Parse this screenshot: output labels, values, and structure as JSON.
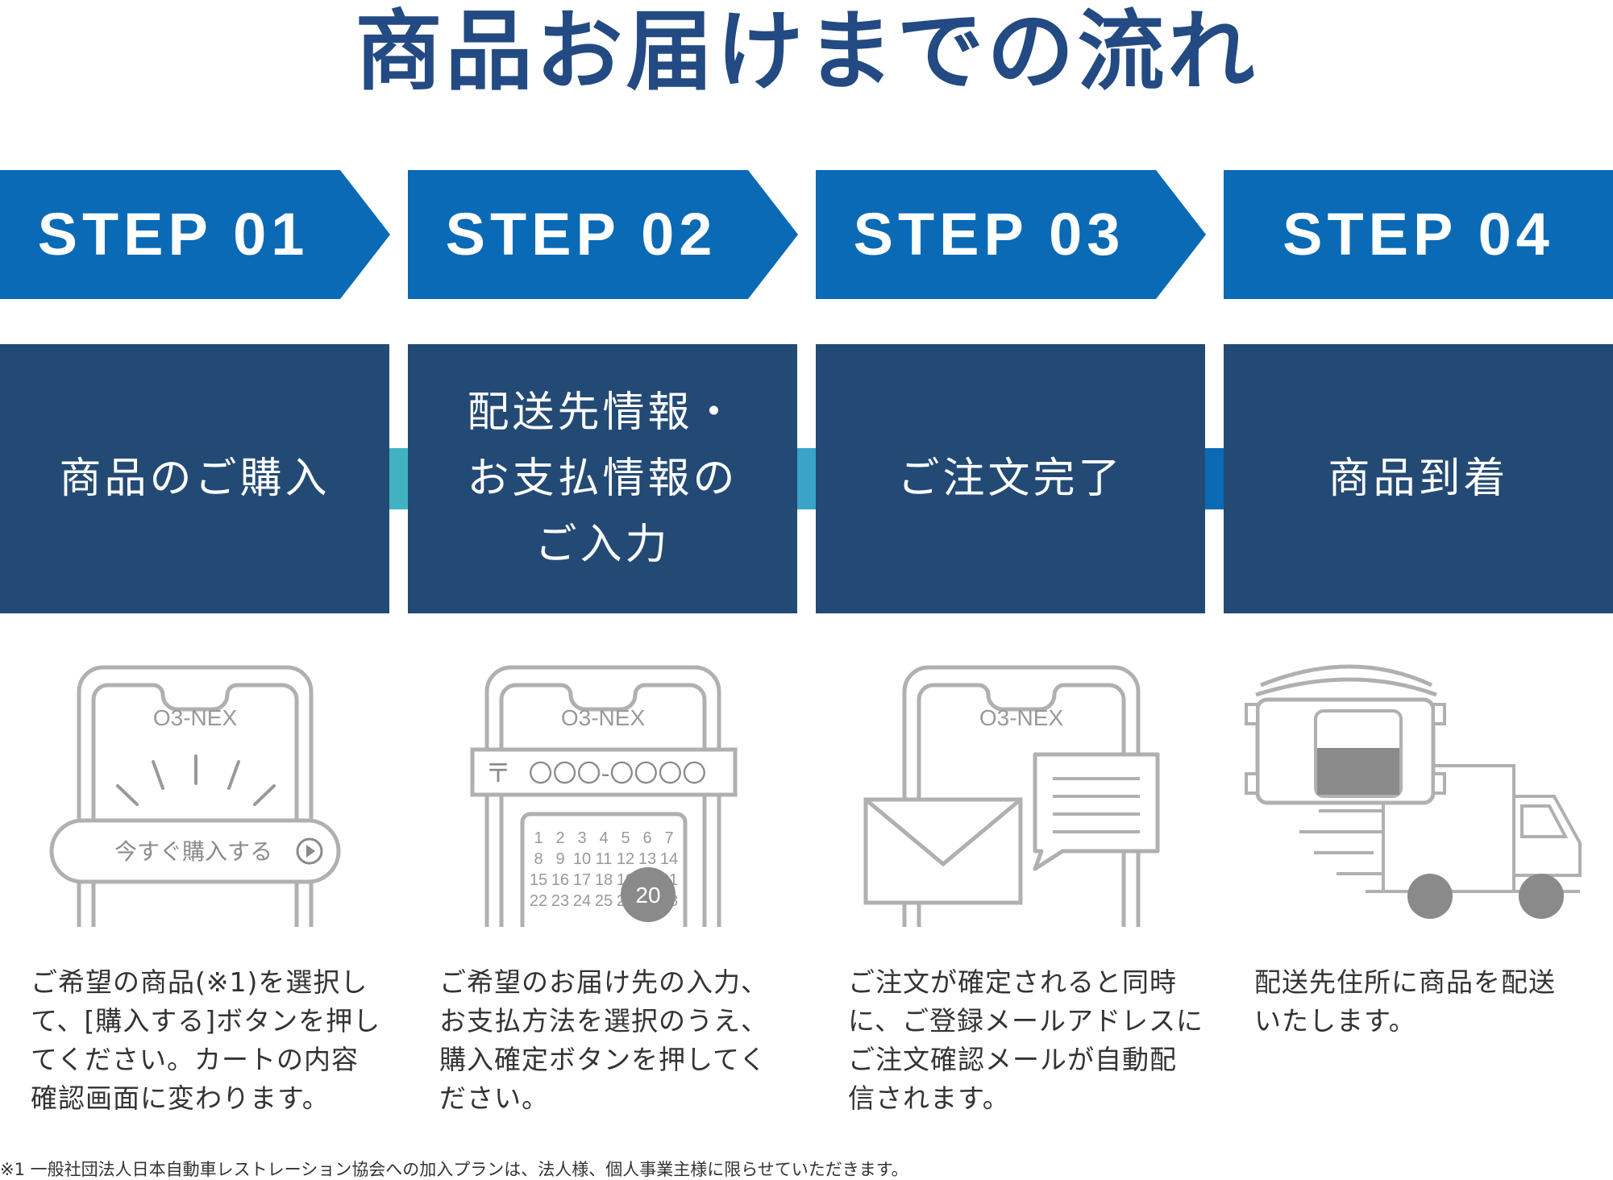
{
  "title": "商品お届けまでの流れ",
  "steps": [
    {
      "label": "STEP 01",
      "box_lines": [
        "商品のご購入"
      ],
      "illustration": {
        "type": "phone-buy-button",
        "screen_brand": "O3-NEX",
        "button_label": "今すぐ購入する",
        "button_icon": "play-circle-icon"
      },
      "desc_lines": [
        "ご希望の商品(※1)を選択し",
        "て、[購入する]ボタンを押し",
        "てください。カートの内容",
        "確認画面に変わります。"
      ]
    },
    {
      "label": "STEP 02",
      "box_lines": [
        "配送先情報・",
        "お支払情報の",
        "ご入力"
      ],
      "illustration": {
        "type": "phone-address-calendar",
        "screen_brand": "O3-NEX",
        "postal_mark": "〒",
        "postal_field": "〇〇〇-〇〇〇〇",
        "calendar_rows": [
          [
            "1",
            "2",
            "3",
            "4",
            "5",
            "6",
            "7"
          ],
          [
            "8",
            "9",
            "10",
            "11",
            "12",
            "13",
            "14"
          ],
          [
            "15",
            "16",
            "17",
            "18",
            "19",
            "20",
            "21"
          ],
          [
            "22",
            "23",
            "24",
            "25",
            "26",
            "27",
            "28"
          ]
        ],
        "selected_date": "20"
      },
      "desc_lines": [
        "ご希望のお届け先の入力、",
        "お支払方法を選択のうえ、",
        "購入確定ボタンを押してく",
        "ださい。"
      ]
    },
    {
      "label": "STEP 03",
      "box_lines": [
        "ご注文完了"
      ],
      "illustration": {
        "type": "phone-mail",
        "screen_brand": "O3-NEX",
        "icons": [
          "envelope-icon",
          "speech-bubble-icon"
        ]
      },
      "desc_lines": [
        "ご注文が確定されると同時",
        "に、ご登録メールアドレスに",
        "ご注文確認メールが自動配",
        "信されます。"
      ]
    },
    {
      "label": "STEP 04",
      "box_lines": [
        "商品到着"
      ],
      "illustration": {
        "type": "delivery-truck",
        "icons": [
          "car-top-view-icon",
          "truck-icon"
        ]
      },
      "desc_lines": [
        "配送先住所に商品を配送",
        "いたします。"
      ]
    }
  ],
  "footnote": "※1 一般社団法人日本自動車レストレーション協会への加入プランは、法人様、個人事業主様に限らせていただきます。",
  "colors": {
    "title": "#234a82",
    "step_arrow": "#0a6ab5",
    "step_box": "#234a74",
    "connector_1": "#41b3c0",
    "connector_2": "#3aa3c8",
    "connector_3": "#0a6ab5",
    "line_art": "#b0b0b0",
    "accent_gray": "#8a8a8a"
  }
}
